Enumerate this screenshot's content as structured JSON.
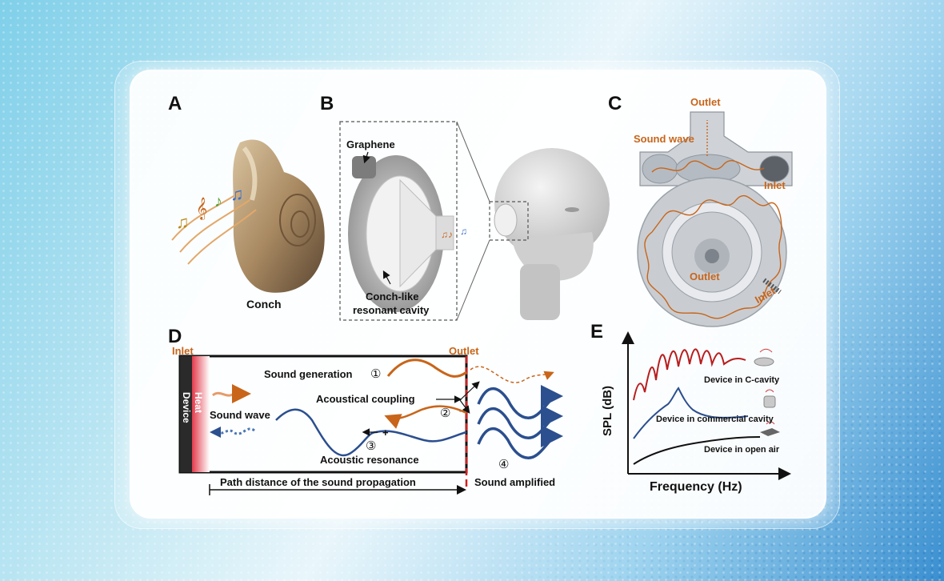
{
  "panels": {
    "a": {
      "letter": "A",
      "caption": "Conch"
    },
    "b": {
      "letter": "B",
      "graphene": "Graphene",
      "cavity_line1": "Conch-like",
      "cavity_line2": "resonant cavity"
    },
    "c": {
      "letter": "C",
      "outlet_top": "Outlet",
      "sound_wave": "Sound wave",
      "inlet_top": "Inlet",
      "outlet_bottom": "Outlet",
      "inlet_bottom": "Inlet"
    },
    "d": {
      "letter": "D",
      "inlet": "Inlet",
      "outlet": "Outlet",
      "device": "Device",
      "heat": "Heat",
      "sound_wave": "Sound wave",
      "sound_generation": "Sound generation",
      "step1": "①",
      "acoustical_coupling": "Acoustical coupling",
      "step2": "②",
      "minus": "−",
      "plus": "+",
      "step3": "③",
      "acoustic_resonance": "Acoustic resonance",
      "path_distance": "Path distance of the sound propagation",
      "step4": "④",
      "sound_amplified": "Sound amplified"
    },
    "e": {
      "letter": "E",
      "ylabel": "SPL (dB)",
      "xlabel": "Frequency (Hz)",
      "legend_c_cavity": "Device in C-cavity",
      "legend_commercial": "Device in commercial cavity",
      "legend_open_air": "Device in open air"
    }
  },
  "colors": {
    "orange": "#c8651a",
    "blue": "#2b4f8f",
    "red": "#b81d1d",
    "dashed_red": "#d21f1f",
    "label_orange": "#c8651a"
  }
}
